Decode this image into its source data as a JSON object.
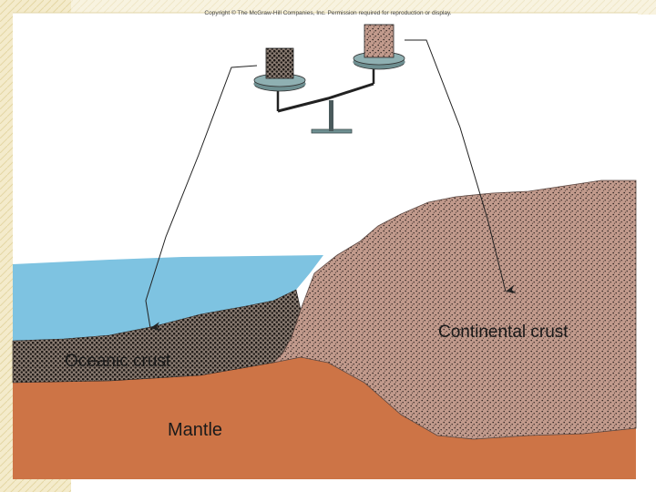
{
  "copyright": "Copyright © The McGraw-Hill Companies, Inc. Permission required for reproduction or display.",
  "labels": {
    "oceanic_crust": "Oceanic crust",
    "continental_crust": "Continental crust",
    "mantle": "Mantle"
  },
  "colors": {
    "ocean": "#7ec3e1",
    "mantle": "#cd7446",
    "continental_crust": "#c19a8c",
    "oceanic_crust": "#5a524c",
    "slide_border": "#eadfb4",
    "balance": "#6e8f91"
  }
}
